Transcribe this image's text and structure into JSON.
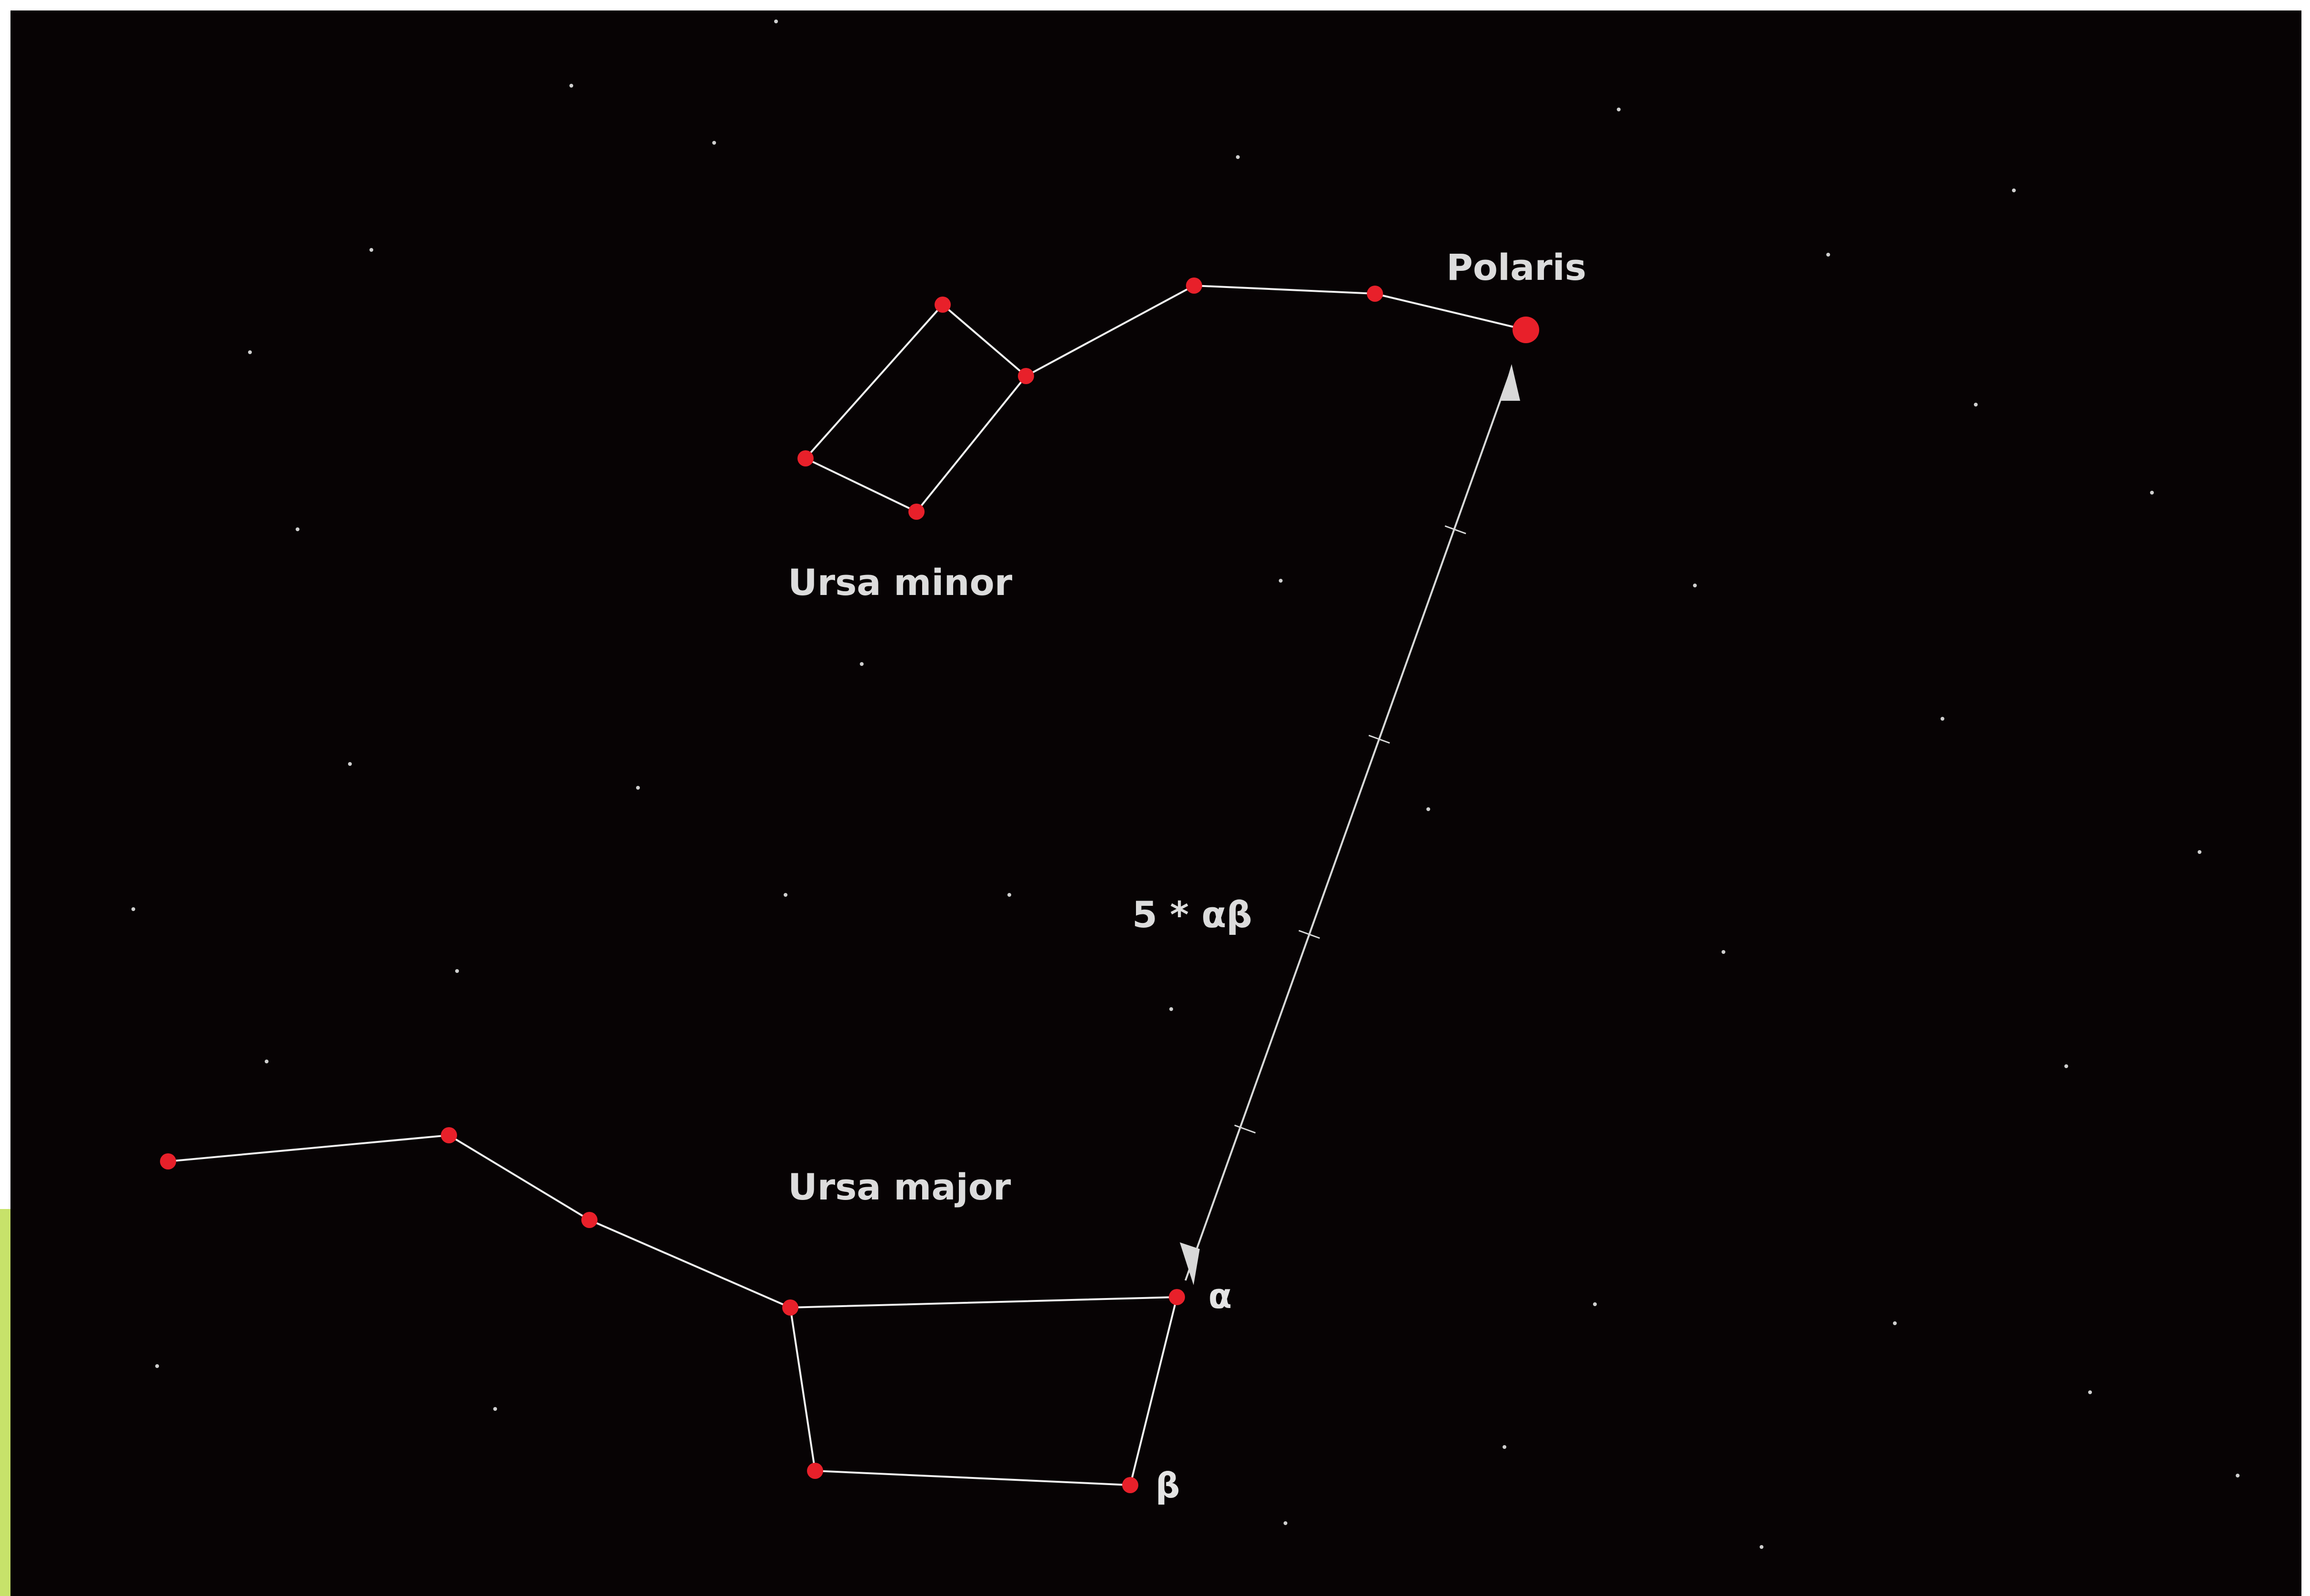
{
  "labels": {
    "polaris": "Polaris",
    "ursa_minor": "Ursa minor",
    "ursa_major": "Ursa major",
    "distance": "5 * αβ",
    "alpha": "α",
    "beta": "β"
  },
  "colors": {
    "sky": "#070304",
    "star_marker": "#e8202a",
    "constellation_line": "#f2f2f2",
    "label_text": "#dcdcdc",
    "edge_accent": "#c7e26a"
  }
}
